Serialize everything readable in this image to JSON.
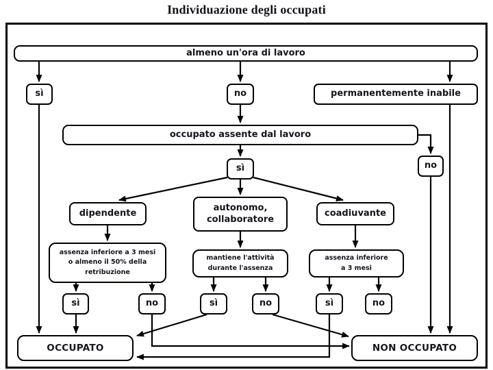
{
  "title": "Individuazione degli occupati",
  "colors": {
    "line": "#000000",
    "box_border": "#000000",
    "text": "#14141f",
    "background": "#ffffff"
  },
  "flowchart": {
    "nodes": {
      "start": "almeno un'ora di lavoro",
      "yes_top": "sì",
      "no_top": "no",
      "inabile": "permanentemente inabile",
      "assente": "occupato assente dal lavoro",
      "yes_mid": "sì",
      "no_right": "no",
      "dipendente": "dipendente",
      "autonomo": "autonomo,\ncollaboratore",
      "coadiuvante": "coadiuvante",
      "cond_dipendente": "assenza inferiore a 3 mesi\no almeno il 50% della\nretribuzione",
      "cond_autonomo": "mantiene l'attività\ndurante l'assenza",
      "cond_coadiuvante": "assenza inferiore\na 3 mesi",
      "si1": "sì",
      "no1": "no",
      "si2": "sì",
      "no2": "no",
      "si3": "sì",
      "no3": "no",
      "occupato": "OCCUPATO",
      "non_occupato": "NON OCCUPATO"
    },
    "edges": [
      [
        "start",
        "yes_top"
      ],
      [
        "start",
        "no_top"
      ],
      [
        "start",
        "inabile"
      ],
      [
        "no_top",
        "assente"
      ],
      [
        "assente",
        "yes_mid"
      ],
      [
        "assente",
        "no_right"
      ],
      [
        "yes_mid",
        "dipendente"
      ],
      [
        "yes_mid",
        "autonomo"
      ],
      [
        "yes_mid",
        "coadiuvante"
      ],
      [
        "dipendente",
        "cond_dipendente"
      ],
      [
        "autonomo",
        "cond_autonomo"
      ],
      [
        "coadiuvante",
        "cond_coadiuvante"
      ],
      [
        "cond_dipendente",
        "si1"
      ],
      [
        "cond_dipendente",
        "no1"
      ],
      [
        "cond_autonomo",
        "si2"
      ],
      [
        "cond_autonomo",
        "no2"
      ],
      [
        "cond_coadiuvante",
        "si3"
      ],
      [
        "cond_coadiuvante",
        "no3"
      ],
      [
        "yes_top",
        "occupato"
      ],
      [
        "si1",
        "occupato"
      ],
      [
        "si2",
        "occupato"
      ],
      [
        "si3",
        "occupato"
      ],
      [
        "no1",
        "non_occupato"
      ],
      [
        "no2",
        "non_occupato"
      ],
      [
        "no_right",
        "non_occupato"
      ],
      [
        "inabile",
        "non_occupato"
      ]
    ]
  }
}
